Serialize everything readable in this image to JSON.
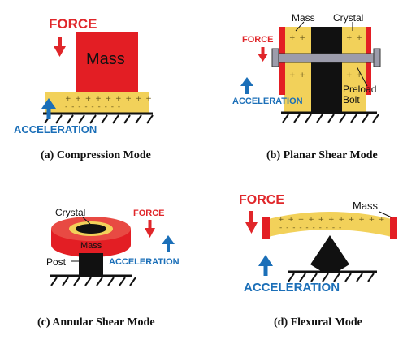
{
  "panels": {
    "compression": {
      "force": "FORCE",
      "mass": "Mass",
      "acceleration": "ACCELERATION",
      "caption": "(a) Compression Mode"
    },
    "planar": {
      "force": "FORCE",
      "mass": "Mass",
      "crystal": "Crystal",
      "acceleration": "ACCELERATION",
      "preload": "Preload",
      "bolt": "Bolt",
      "caption": "(b) Planar Shear Mode"
    },
    "annular": {
      "crystal": "Crystal",
      "force": "FORCE",
      "mass": "Mass",
      "post": "Post",
      "acceleration": "ACCELERATION",
      "caption": "(c) Annular Shear Mode"
    },
    "flexural": {
      "force": "FORCE",
      "mass": "Mass",
      "acceleration": "ACCELERATION",
      "caption": "(d) Flexural Mode"
    }
  },
  "colors": {
    "force": "#e0262a",
    "acceleration": "#1b6fb8",
    "crystal": "#f2d15a",
    "mass": "#e31e24"
  }
}
